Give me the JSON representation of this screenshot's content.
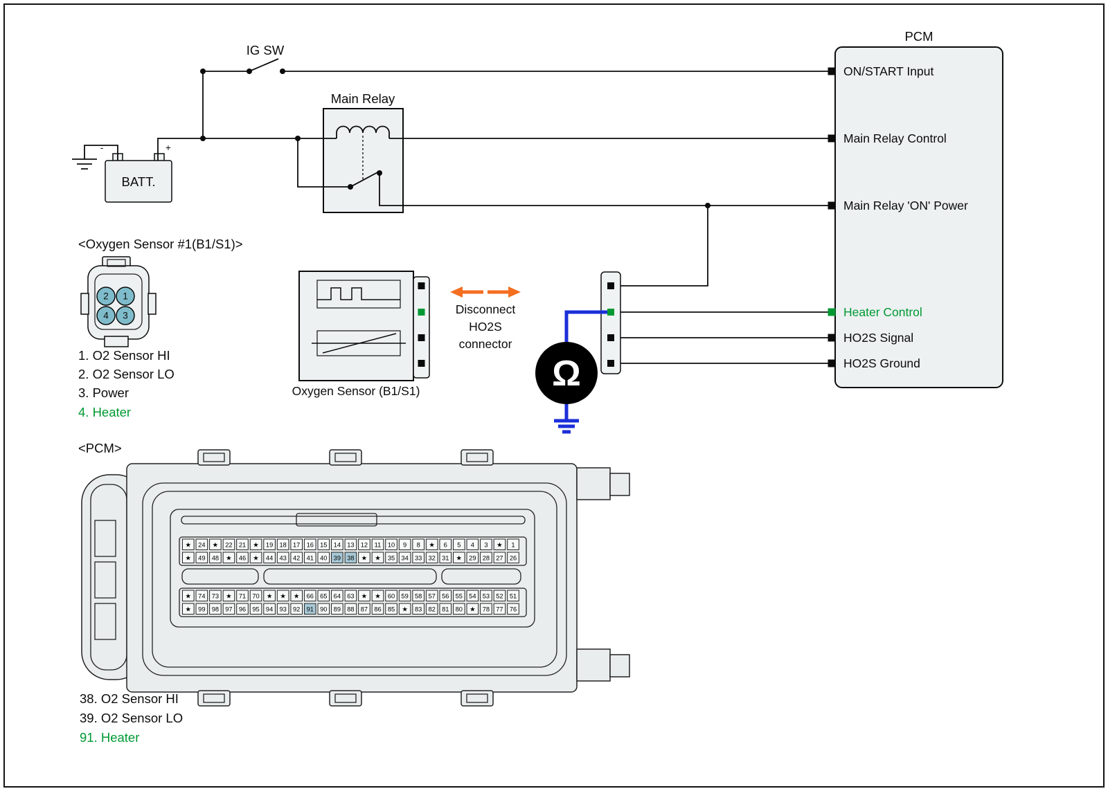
{
  "colors": {
    "green": "#009933",
    "blue": "#1b2fd8",
    "orange": "#f36f21",
    "pin_highlight": "#a7c8d6"
  },
  "diagram": {
    "ig_switch_label": "IG SW",
    "battery_label": "BATT.",
    "battery_plus": "+",
    "battery_minus": "-",
    "main_relay_label": "Main Relay",
    "ohm_symbol": "Ω"
  },
  "pcm_box": {
    "title": "PCM",
    "pins": [
      {
        "label": "ON/START Input",
        "color": "black"
      },
      {
        "label": "Main Relay Control",
        "color": "black"
      },
      {
        "label": "Main Relay 'ON' Power",
        "color": "black"
      },
      {
        "label": "Heater Control",
        "color": "green"
      },
      {
        "label": "HO2S  Signal",
        "color": "black"
      },
      {
        "label": "HO2S  Ground",
        "color": "black"
      }
    ]
  },
  "o2_connector": {
    "title": "<Oxygen Sensor #1(B1/S1)>",
    "pin_numbers": [
      "2",
      "1",
      "4",
      "3"
    ],
    "legend": [
      {
        "text": "1. O2 Sensor HI",
        "color": "black"
      },
      {
        "text": "2. O2 Sensor LO",
        "color": "black"
      },
      {
        "text": "3. Power",
        "color": "black"
      },
      {
        "text": "4. Heater",
        "color": "green"
      }
    ]
  },
  "o2_sensor": {
    "caption": "Oxygen Sensor (B1/S1)"
  },
  "disconnect_note": {
    "line1": "Disconnect",
    "line2": "HO2S",
    "line3": "connector"
  },
  "pcm_connector": {
    "title": "<PCM>",
    "highlighted_pins": [
      "38",
      "39",
      "91"
    ],
    "rows": [
      [
        "*",
        "24",
        "*",
        "22",
        "21",
        "*",
        "19",
        "18",
        "17",
        "16",
        "15",
        "14",
        "13",
        "12",
        "11",
        "10",
        "9",
        "8",
        "*",
        "6",
        "5",
        "4",
        "3",
        "*",
        "1"
      ],
      [
        "*",
        "49",
        "48",
        "*",
        "46",
        "*",
        "44",
        "43",
        "42",
        "41",
        "40",
        "39",
        "38",
        "*",
        "*",
        "35",
        "34",
        "33",
        "32",
        "31",
        "*",
        "29",
        "28",
        "27",
        "26"
      ],
      [
        "*",
        "74",
        "73",
        "*",
        "71",
        "70",
        "*",
        "*",
        "*",
        "66",
        "65",
        "64",
        "63",
        "*",
        "*",
        "60",
        "59",
        "58",
        "57",
        "56",
        "55",
        "54",
        "53",
        "52",
        "51"
      ],
      [
        "*",
        "99",
        "98",
        "97",
        "96",
        "95",
        "94",
        "93",
        "92",
        "91",
        "90",
        "89",
        "88",
        "87",
        "86",
        "85",
        "*",
        "83",
        "82",
        "81",
        "80",
        "*",
        "78",
        "77",
        "76"
      ]
    ],
    "legend": [
      {
        "text": "38. O2 Sensor HI",
        "color": "black"
      },
      {
        "text": "39. O2 Sensor LO",
        "color": "black"
      },
      {
        "text": "91. Heater",
        "color": "green"
      }
    ]
  }
}
